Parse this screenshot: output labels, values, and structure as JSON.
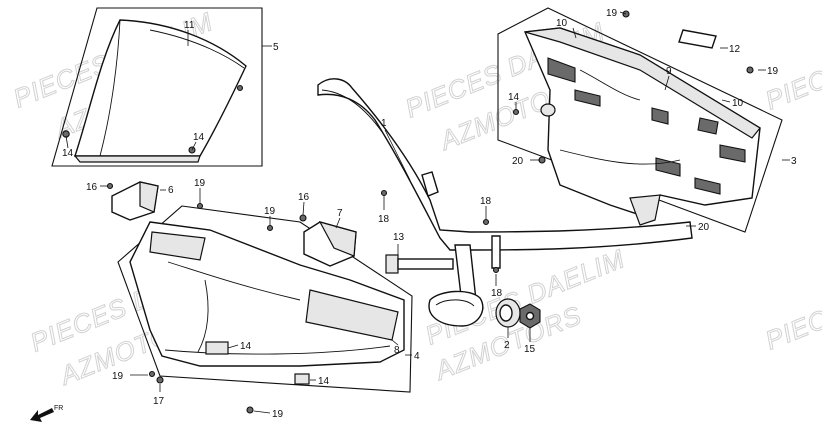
{
  "watermarks": [
    "PIECES DAELIM",
    "AZMOTORS",
    "PIECES DAELIM",
    "AZMOTORS",
    "PIECES DAELIM",
    "AZMOTORS",
    "PIECES DAELIM",
    "AZMOTORS",
    "PIECES",
    "PIECES"
  ],
  "callouts": {
    "c1": "1",
    "c2": "2",
    "c3": "3",
    "c4": "4",
    "c5": "5",
    "c6": "6",
    "c7": "7",
    "c8": "8",
    "c9": "9",
    "c10a": "10",
    "c10b": "10",
    "c11": "11",
    "c12": "12",
    "c13": "13",
    "c14a": "14",
    "c14b": "14",
    "c14c": "14",
    "c14d": "14",
    "c14e": "14",
    "c15": "15",
    "c16a": "16",
    "c16b": "16",
    "c17": "17",
    "c18a": "18",
    "c18b": "18",
    "c18c": "18",
    "c19a": "19",
    "c19b": "19",
    "c19c": "19",
    "c19d": "19",
    "c19e": "19",
    "c20a": "20",
    "c20b": "20"
  },
  "direction_label": "FR"
}
